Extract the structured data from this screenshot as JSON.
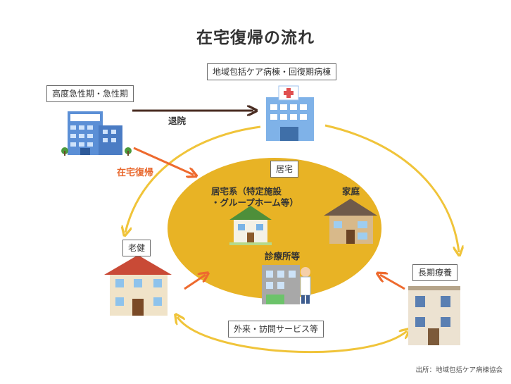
{
  "title": "在宅復帰の流れ",
  "nodes": {
    "acute": "高度急性期・急性期",
    "community": "地域包括ケア病棟・回復期病棟",
    "home_area": "居宅",
    "residence": [
      "居宅系（特定施設",
      "・グループホーム等）"
    ],
    "family_home": "家庭",
    "clinic": "診療所等",
    "rouken": "老健",
    "longterm": "長期療養",
    "outpatient": "外来・訪問サービス等"
  },
  "arrows": {
    "discharge": "退院",
    "return_home": "在宅復帰"
  },
  "source": "出所：地域包括ケア病棟協会",
  "colors": {
    "ellipse": "#e8b325",
    "cycle_arrow": "#f0c43a",
    "orange_arrow": "#ee6a2e",
    "dark_arrow": "#4a2d22"
  }
}
